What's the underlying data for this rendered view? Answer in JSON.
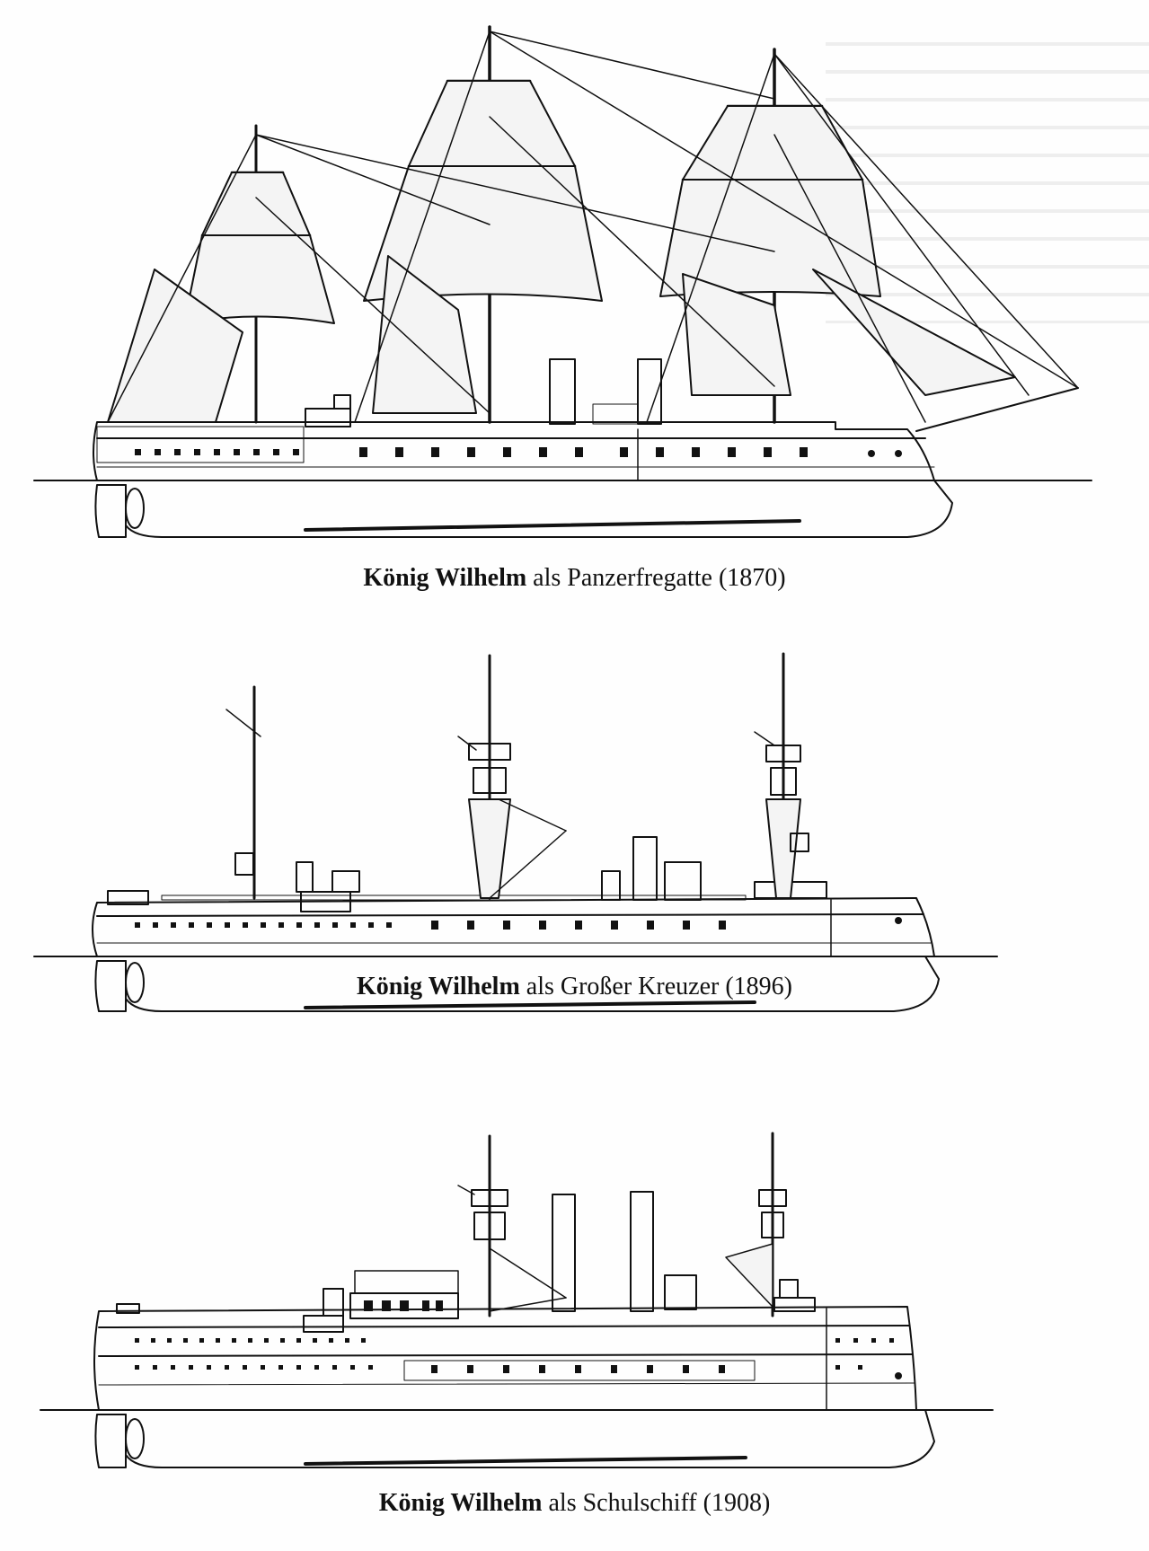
{
  "plates": [
    {
      "id": "panzerfregatte",
      "ship_name": "König Wilhelm",
      "caption_rest": " als Panzerfregatte (1870)"
    },
    {
      "id": "grosser-kreuzer",
      "ship_name": "König Wilhelm",
      "caption_rest": " als Großer Kreuzer (1896)"
    },
    {
      "id": "schulschiff",
      "ship_name": "König Wilhelm",
      "caption_rest": " als Schulschiff (1908)"
    }
  ],
  "colors": {
    "ink": "#111111",
    "paper": "#fefefe",
    "sail_fill": "#f4f4f4"
  }
}
